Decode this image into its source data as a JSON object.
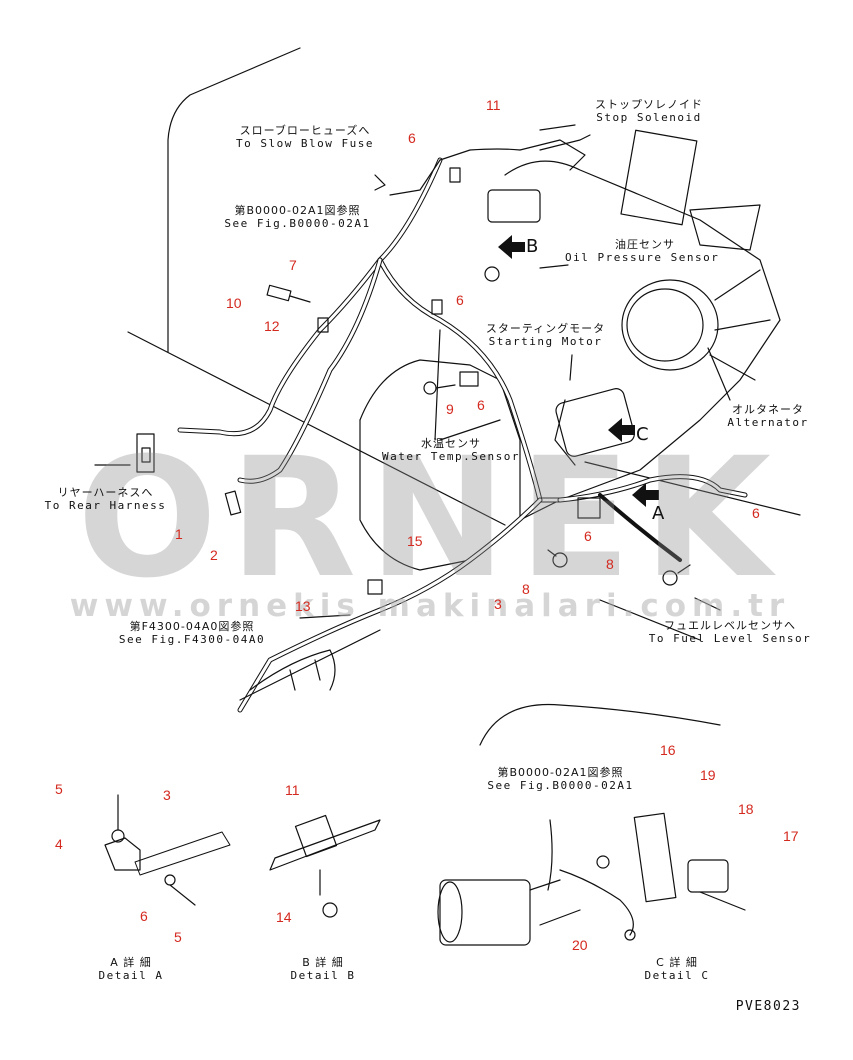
{
  "watermark": {
    "logo_text": "ORNEK",
    "url": "www.ornekis makinalari.com.tr"
  },
  "callouts": {
    "to_slow_blow_fuse": {
      "jp": "スローブローヒューズへ",
      "en": "To Slow Blow Fuse"
    },
    "see_fig_b0000_top": {
      "jp": "第B0000-02A1図参照",
      "en": "See Fig.B0000-02A1"
    },
    "stop_solenoid": {
      "jp": "ストップソレノイド",
      "en": "Stop Solenoid"
    },
    "oil_pressure_sensor": {
      "jp": "油圧センサ",
      "en": "Oil Pressure Sensor"
    },
    "starting_motor": {
      "jp": "スターティングモータ",
      "en": "Starting Motor"
    },
    "alternator": {
      "jp": "オルタネータ",
      "en": "Alternator"
    },
    "water_temp_sensor": {
      "jp": "水温センサ",
      "en": "Water Temp.Sensor"
    },
    "to_rear_harness": {
      "jp": "リヤーハーネスへ",
      "en": "To Rear Harness"
    },
    "see_fig_f4300": {
      "jp": "第F4300-04A0図参照",
      "en": "See Fig.F4300-04A0"
    },
    "to_fuel_level_sensor": {
      "jp": "フュエルレベルセンサへ",
      "en": "To Fuel Level Sensor"
    },
    "see_fig_b0000_bottom": {
      "jp": "第B0000-02A1図参照",
      "en": "See Fig.B0000-02A1"
    }
  },
  "views": {
    "A": "A",
    "B": "B",
    "C": "C"
  },
  "details": {
    "a": {
      "jp": "A 詳 細",
      "en": "Detail A"
    },
    "b": {
      "jp": "B 詳 細",
      "en": "Detail B"
    },
    "c": {
      "jp": "C 詳 細",
      "en": "Detail C"
    }
  },
  "part_numbers": [
    "11",
    "6",
    "7",
    "10",
    "12",
    "6",
    "9",
    "6",
    "1",
    "2",
    "15",
    "3",
    "13",
    "8",
    "8",
    "6",
    "6",
    "5",
    "3",
    "4",
    "6",
    "5",
    "11",
    "14",
    "16",
    "19",
    "18",
    "17",
    "20"
  ],
  "drawing_number": "PVE8023"
}
